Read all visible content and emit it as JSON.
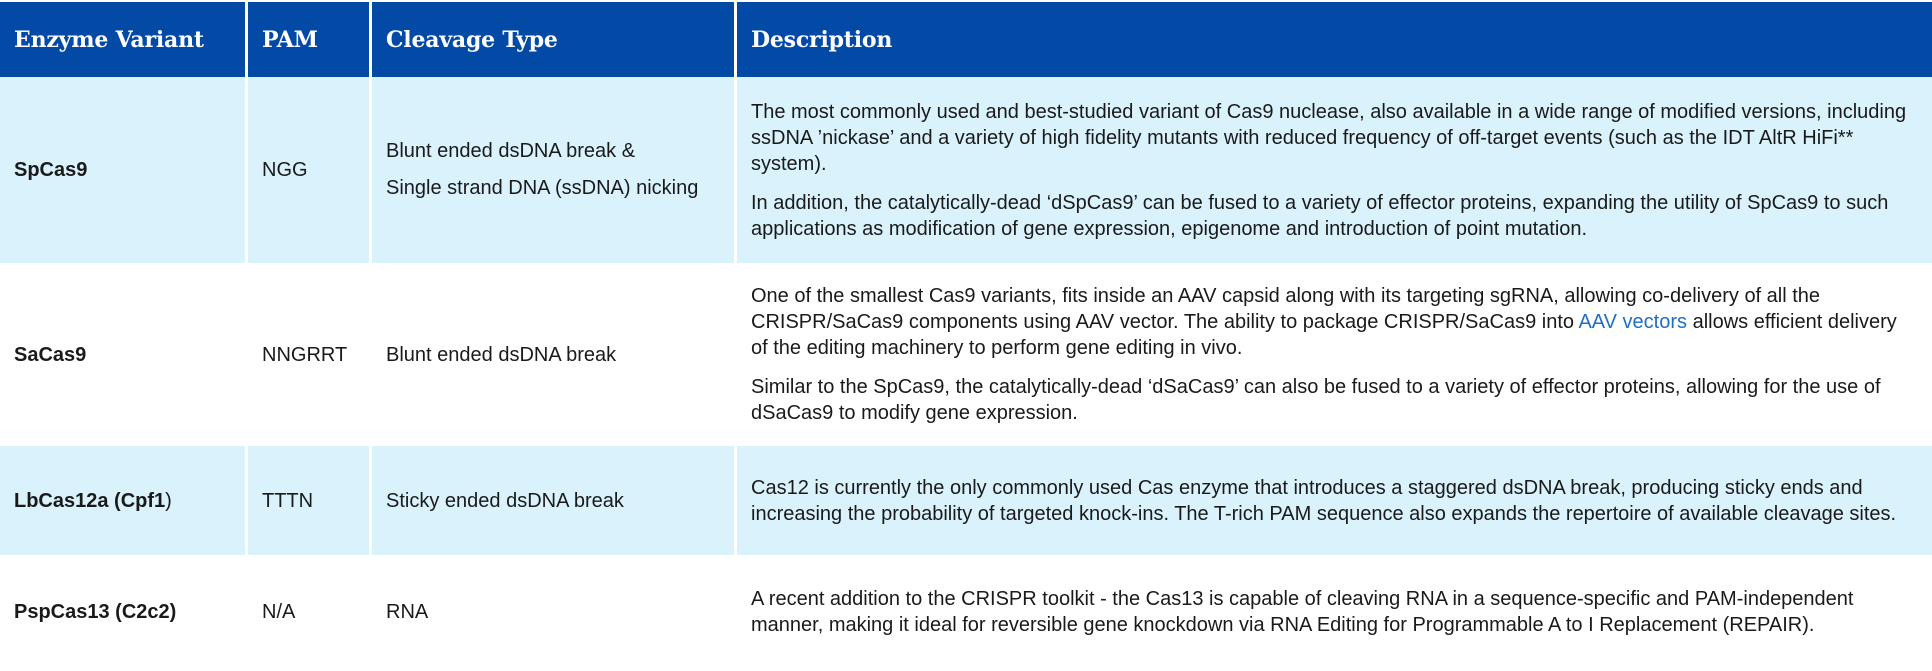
{
  "headers": {
    "variant": "Enzyme Variant",
    "pam": "PAM",
    "cleavage": "Cleavage Type",
    "description": "Description"
  },
  "rows": [
    {
      "variant": "SpCas9",
      "variant_suffix": "",
      "pam": "NGG",
      "cleavage_lines": [
        "Blunt ended dsDNA break &",
        "Single strand DNA (ssDNA) nicking"
      ],
      "paragraphs": [
        "The most commonly used and best-studied variant of Cas9 nuclease, also available in a wide range of modified versions, including ssDNA ’nickase’ and a variety of high fidelity mutants with reduced frequency of off-target events (such as the IDT AltR HiFi** system).",
        "In addition, the catalytically-dead ‘dSpCas9’ can be fused to a variety of effector proteins, expanding the utility of SpCas9 to such applications as modification of gene expression, epigenome and introduction of point mutation."
      ]
    },
    {
      "variant": "SaCas9",
      "variant_suffix": "",
      "pam": "NNGRRT",
      "cleavage_lines": [
        "Blunt ended dsDNA break"
      ],
      "para1_before_link": "One of the smallest Cas9 variants, fits inside an AAV capsid along with its targeting sgRNA, allowing co-delivery of all the CRISPR/SaCas9 components using AAV vector. The ability to package CRISPR/SaCas9 into ",
      "para1_link": "AAV vectors",
      "para1_after_link": " allows efficient delivery of the editing machinery to perform gene editing in vivo.",
      "para2": "Similar to the SpCas9, the catalytically-dead ‘dSaCas9’ can also be fused to a variety of effector proteins, allowing for the use of dSaCas9 to modify gene expression."
    },
    {
      "variant": "LbCas12a (Cpf1",
      "variant_suffix": ")",
      "pam": "TTTN",
      "cleavage_lines": [
        "Sticky ended dsDNA break"
      ],
      "paragraphs": [
        "Cas12 is currently the only commonly used Cas enzyme that introduces a staggered dsDNA break, producing sticky ends and increasing the probability of targeted knock-ins. The T-rich PAM sequence also expands the repertoire of available cleavage sites."
      ]
    },
    {
      "variant": "PspCas13 (C2c2)",
      "variant_suffix": "",
      "pam": "N/A",
      "cleavage_lines": [
        "RNA"
      ],
      "paragraphs": [
        "A recent addition to the CRISPR toolkit - the Cas13 is capable of cleaving RNA in a sequence-specific and PAM-independent manner, making it ideal for reversible gene knockdown via RNA Editing for Programmable A to I Replacement (REPAIR)."
      ]
    }
  ],
  "colors": {
    "header_bg": "#034aa6",
    "header_text": "#ffffff",
    "shaded_row": "#d9f2fc",
    "link": "#1f6fc0"
  }
}
